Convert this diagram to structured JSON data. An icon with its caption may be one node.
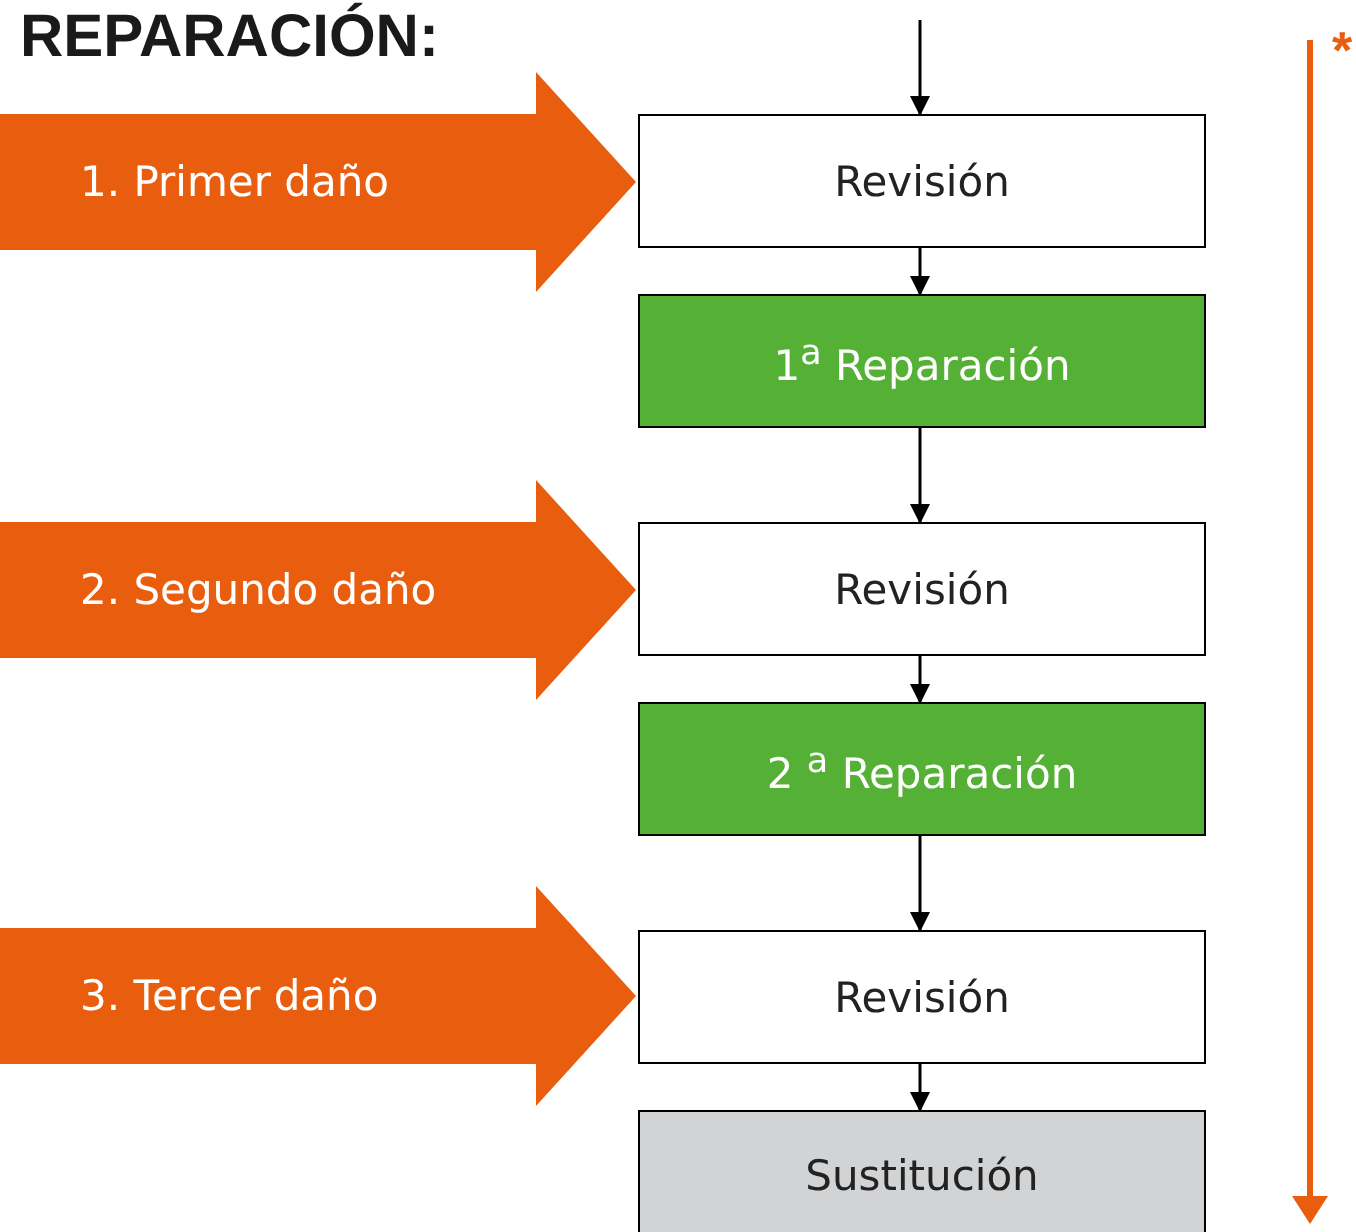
{
  "diagram": {
    "title": "REPARACIÓN:",
    "nodes": [
      {
        "text": [
          "1. Primer daño"
        ]
      },
      {
        "text": [
          "Revisión"
        ]
      },
      {
        "text": [
          "1$^{a}$ Reparación"
        ]
      },
      {
        "text": [
          "2. Segundo daño"
        ]
      },
      {
        "text": [
          "Revisión"
        ]
      },
      {
        "text": [
          "2 $^{a}$ Reparación"
        ]
      },
      {
        "text": [
          "3. Tercer daño"
        ]
      },
      {
        "text": [
          "Revisión"
        ]
      },
      {
        "text": [
          "Sustitución"
        ]
      }
    ],
    "edges": [
      {
        "from": null,
        "to": 1,
        "arrow": "to"
      },
      {
        "from": 1,
        "to": 2,
        "arrow": "to"
      },
      {
        "from": 2,
        "to": 4,
        "arrow": "to"
      },
      {
        "from": 4,
        "to": 5,
        "arrow": "to"
      },
      {
        "from": 5,
        "to": 7,
        "arrow": "to"
      },
      {
        "from": 7,
        "to": 8,
        "arrow": "to"
      }
    ],
    "labels": [
      "*"
    ]
  }
}
